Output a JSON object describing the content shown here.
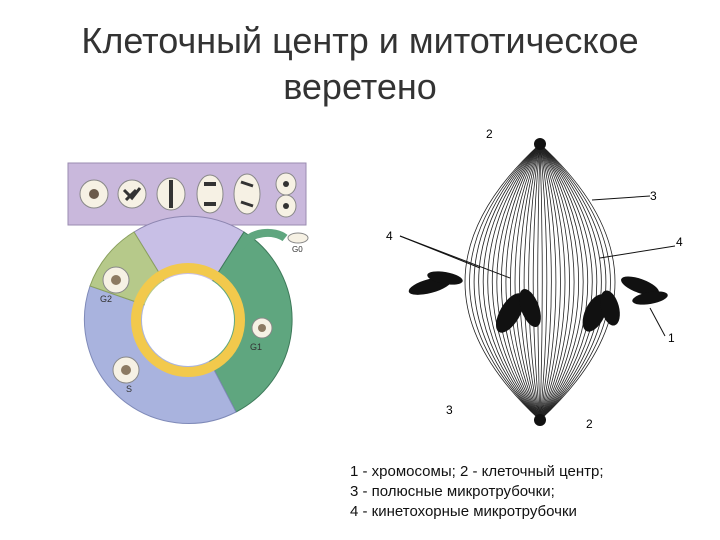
{
  "slide": {
    "title_line1": "Клеточный центр и митотическое",
    "title_line2": "веретено"
  },
  "cell_cycle": {
    "phase_g0": "G0",
    "phase_g1": "G1",
    "phase_g2": "G2",
    "phase_s": "S"
  },
  "spindle": {
    "labels": [
      "2",
      "3",
      "4",
      "4",
      "1",
      "3",
      "2"
    ]
  },
  "caption": {
    "line1": "1 - хромосомы; 2 - клеточный центр;",
    "line2": "3 - полюсные микротрубочки;",
    "line3": "4 - кинетохорные микротрубочки"
  },
  "colors": {
    "title": "#333333",
    "strip_bg": "#c9b8dc",
    "mitosis": "#c8bfe6",
    "g1": "#5fa67f",
    "s": "#a9b3de",
    "g2": "#b6c98a",
    "ring": "#f2c94c"
  }
}
